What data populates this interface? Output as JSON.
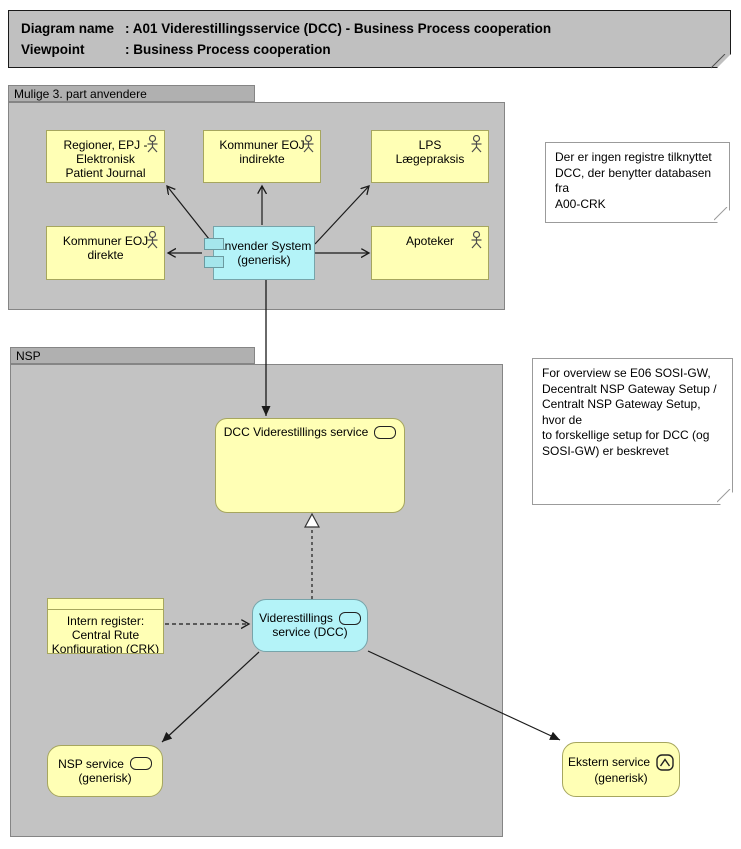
{
  "title_block": {
    "rows": [
      {
        "label": "Diagram name",
        "value": ": A01 Viderestillingsservice (DCC) - Business Process cooperation"
      },
      {
        "label": "Viewpoint",
        "value": ": Business Process cooperation"
      }
    ]
  },
  "groups": {
    "mulige": {
      "label": "Mulige 3. part anvendere"
    },
    "nsp": {
      "label": "NSP"
    }
  },
  "nodes": {
    "regioner": {
      "label": "Regioner, EPJ -\nElektronisk\nPatient Journal",
      "type": "business-actor"
    },
    "kommuner_indirekte": {
      "label": "Kommuner EOJ\nindirekte",
      "type": "business-actor"
    },
    "lps": {
      "label": "LPS\nLægepraksis",
      "type": "business-actor"
    },
    "kommuner_direkte": {
      "label": "Kommuner EOJ\ndirekte",
      "type": "business-actor"
    },
    "apoteker": {
      "label": "Apoteker",
      "type": "business-actor"
    },
    "anvender_system": {
      "label": "Anvender System\n(generisk)",
      "type": "application-component"
    },
    "dcc_service": {
      "label": "DCC Viderestillings service",
      "type": "application-service"
    },
    "viderestillings_dcc": {
      "line1": "Viderestillings",
      "line2": "service (DCC)",
      "type": "application-service"
    },
    "intern_register": {
      "label": "Intern register:\nCentral Rute\nKonfiguration (CRK)",
      "type": "data-object"
    },
    "nsp_service": {
      "line1": "NSP service",
      "line2": "(generisk)",
      "type": "application-service"
    },
    "ekstern_service": {
      "line1": "Ekstern service",
      "line2": "(generisk)",
      "type": "external-service"
    }
  },
  "notes": {
    "note1": "Der er ingen registre tilknyttet\nDCC, der benytter databasen fra\nA00-CRK",
    "note2": "For overview se E06 SOSI-GW,\nDecentralt NSP Gateway Setup /\nCentralt NSP Gateway Setup, hvor de\nto forskellige setup for DCC (og\nSOSI-GW) er beskrevet"
  },
  "icons": {
    "actor": "stick-figure-actor-icon",
    "service": "oval-service-icon",
    "component": "component-bars-icon",
    "external": "chevron-banner-icon"
  },
  "colors": {
    "element_yellow": "#ffffb5",
    "yellow_border": "#a6a65e",
    "element_cyan": "#b4f3f8",
    "cyan_border": "#77a4aa",
    "group_body_gray": "#c3c3c3",
    "group_tab_gray": "#b0b0b0",
    "title_gray": "#c0c0c0",
    "note_white": "#ffffff",
    "connector_black": "#1a1a1a"
  }
}
